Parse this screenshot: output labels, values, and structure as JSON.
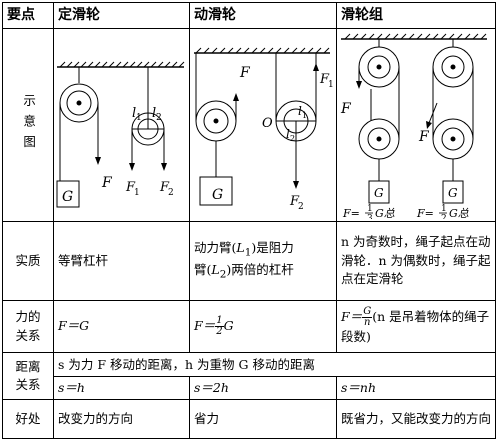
{
  "headers": [
    "要点",
    "定滑轮",
    "动滑轮",
    "滑轮组"
  ],
  "rows": {
    "diagram": {
      "label": "示意图"
    },
    "essence": {
      "label": "实质",
      "fixed": "等臂杠杆",
      "movable_a": "动力臂(",
      "movable_L1": "L",
      "movable_b": ")是阻力",
      "movable_c": "臂(",
      "movable_d": ")两倍的杠杆",
      "group": "n 为奇数时，绳子起点在动滑轮．n 为偶数时，绳子起点在定滑轮"
    },
    "force": {
      "label_1": "力的",
      "label_2": "关系",
      "fixed": "F＝G",
      "movable_pre": "F＝",
      "movable_num": "1",
      "movable_den": "2",
      "movable_post": "G",
      "group_pre": "F＝",
      "group_num": "G",
      "group_den": "n",
      "group_note": "(n 是吊着物体的绳子段数)"
    },
    "distance": {
      "label_1": "距离",
      "label_2": "关系",
      "desc": "s 为力 F 移动的距离，h 为重物 G 移动的距离",
      "fixed": "s＝h",
      "movable": "s＝2h",
      "group": "s＝nh"
    },
    "benefit": {
      "label": "好处",
      "fixed": "改变力的方向",
      "movable": "省力",
      "group": "既省力，又能改变力的方向"
    }
  },
  "diagram_labels": {
    "F": "F",
    "F1": "F",
    "F2": "F",
    "sub1": "1",
    "sub2": "2",
    "l1": "l",
    "l2": "l",
    "G": "G",
    "O": "O",
    "L": "L",
    "eq1_pre": "F=",
    "eq1_num": "1",
    "eq1_den": "3",
    "eq1_post": "G总",
    "eq2_pre": "F=",
    "eq2_num": "1",
    "eq2_den": "2",
    "eq2_post": "G总"
  }
}
